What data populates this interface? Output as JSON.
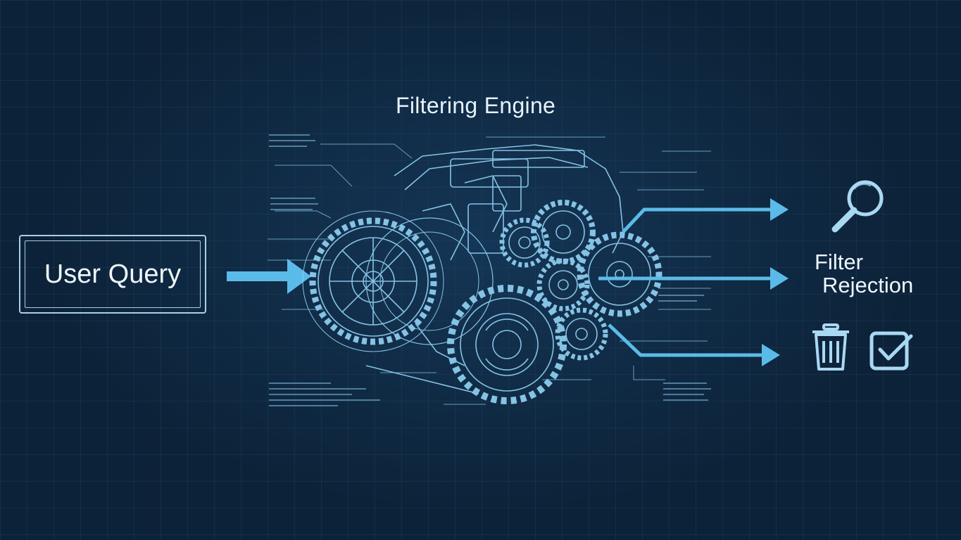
{
  "diagram": {
    "title": "Filtering Engine",
    "input": {
      "label": "User Query"
    },
    "outputs": {
      "label_line1": "Filter",
      "label_line2": "Rejection"
    },
    "icons": [
      "magnifier-icon",
      "trash-icon",
      "checkbox-icon",
      "gear-engine-icon"
    ],
    "colors": {
      "background": "#0c2238",
      "arrow": "#5bbbe8",
      "line_art": "#8fd0f2",
      "text": "#eef6fc"
    }
  }
}
